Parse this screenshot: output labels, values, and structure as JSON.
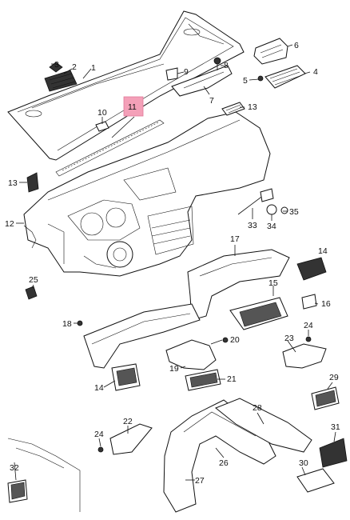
{
  "labels": [
    "1",
    "2",
    "3",
    "4",
    "5",
    "6",
    "7",
    "8",
    "9",
    "10",
    "11",
    "12",
    "13",
    "13",
    "14",
    "14",
    "15",
    "16",
    "17",
    "18",
    "19",
    "20",
    "21",
    "22",
    "23",
    "24",
    "24",
    "25",
    "26",
    "27",
    "28",
    "29",
    "30",
    "31",
    "32",
    "33",
    "34",
    "35"
  ],
  "highlight": {
    "label": "11",
    "color": "#f4a0b8"
  }
}
